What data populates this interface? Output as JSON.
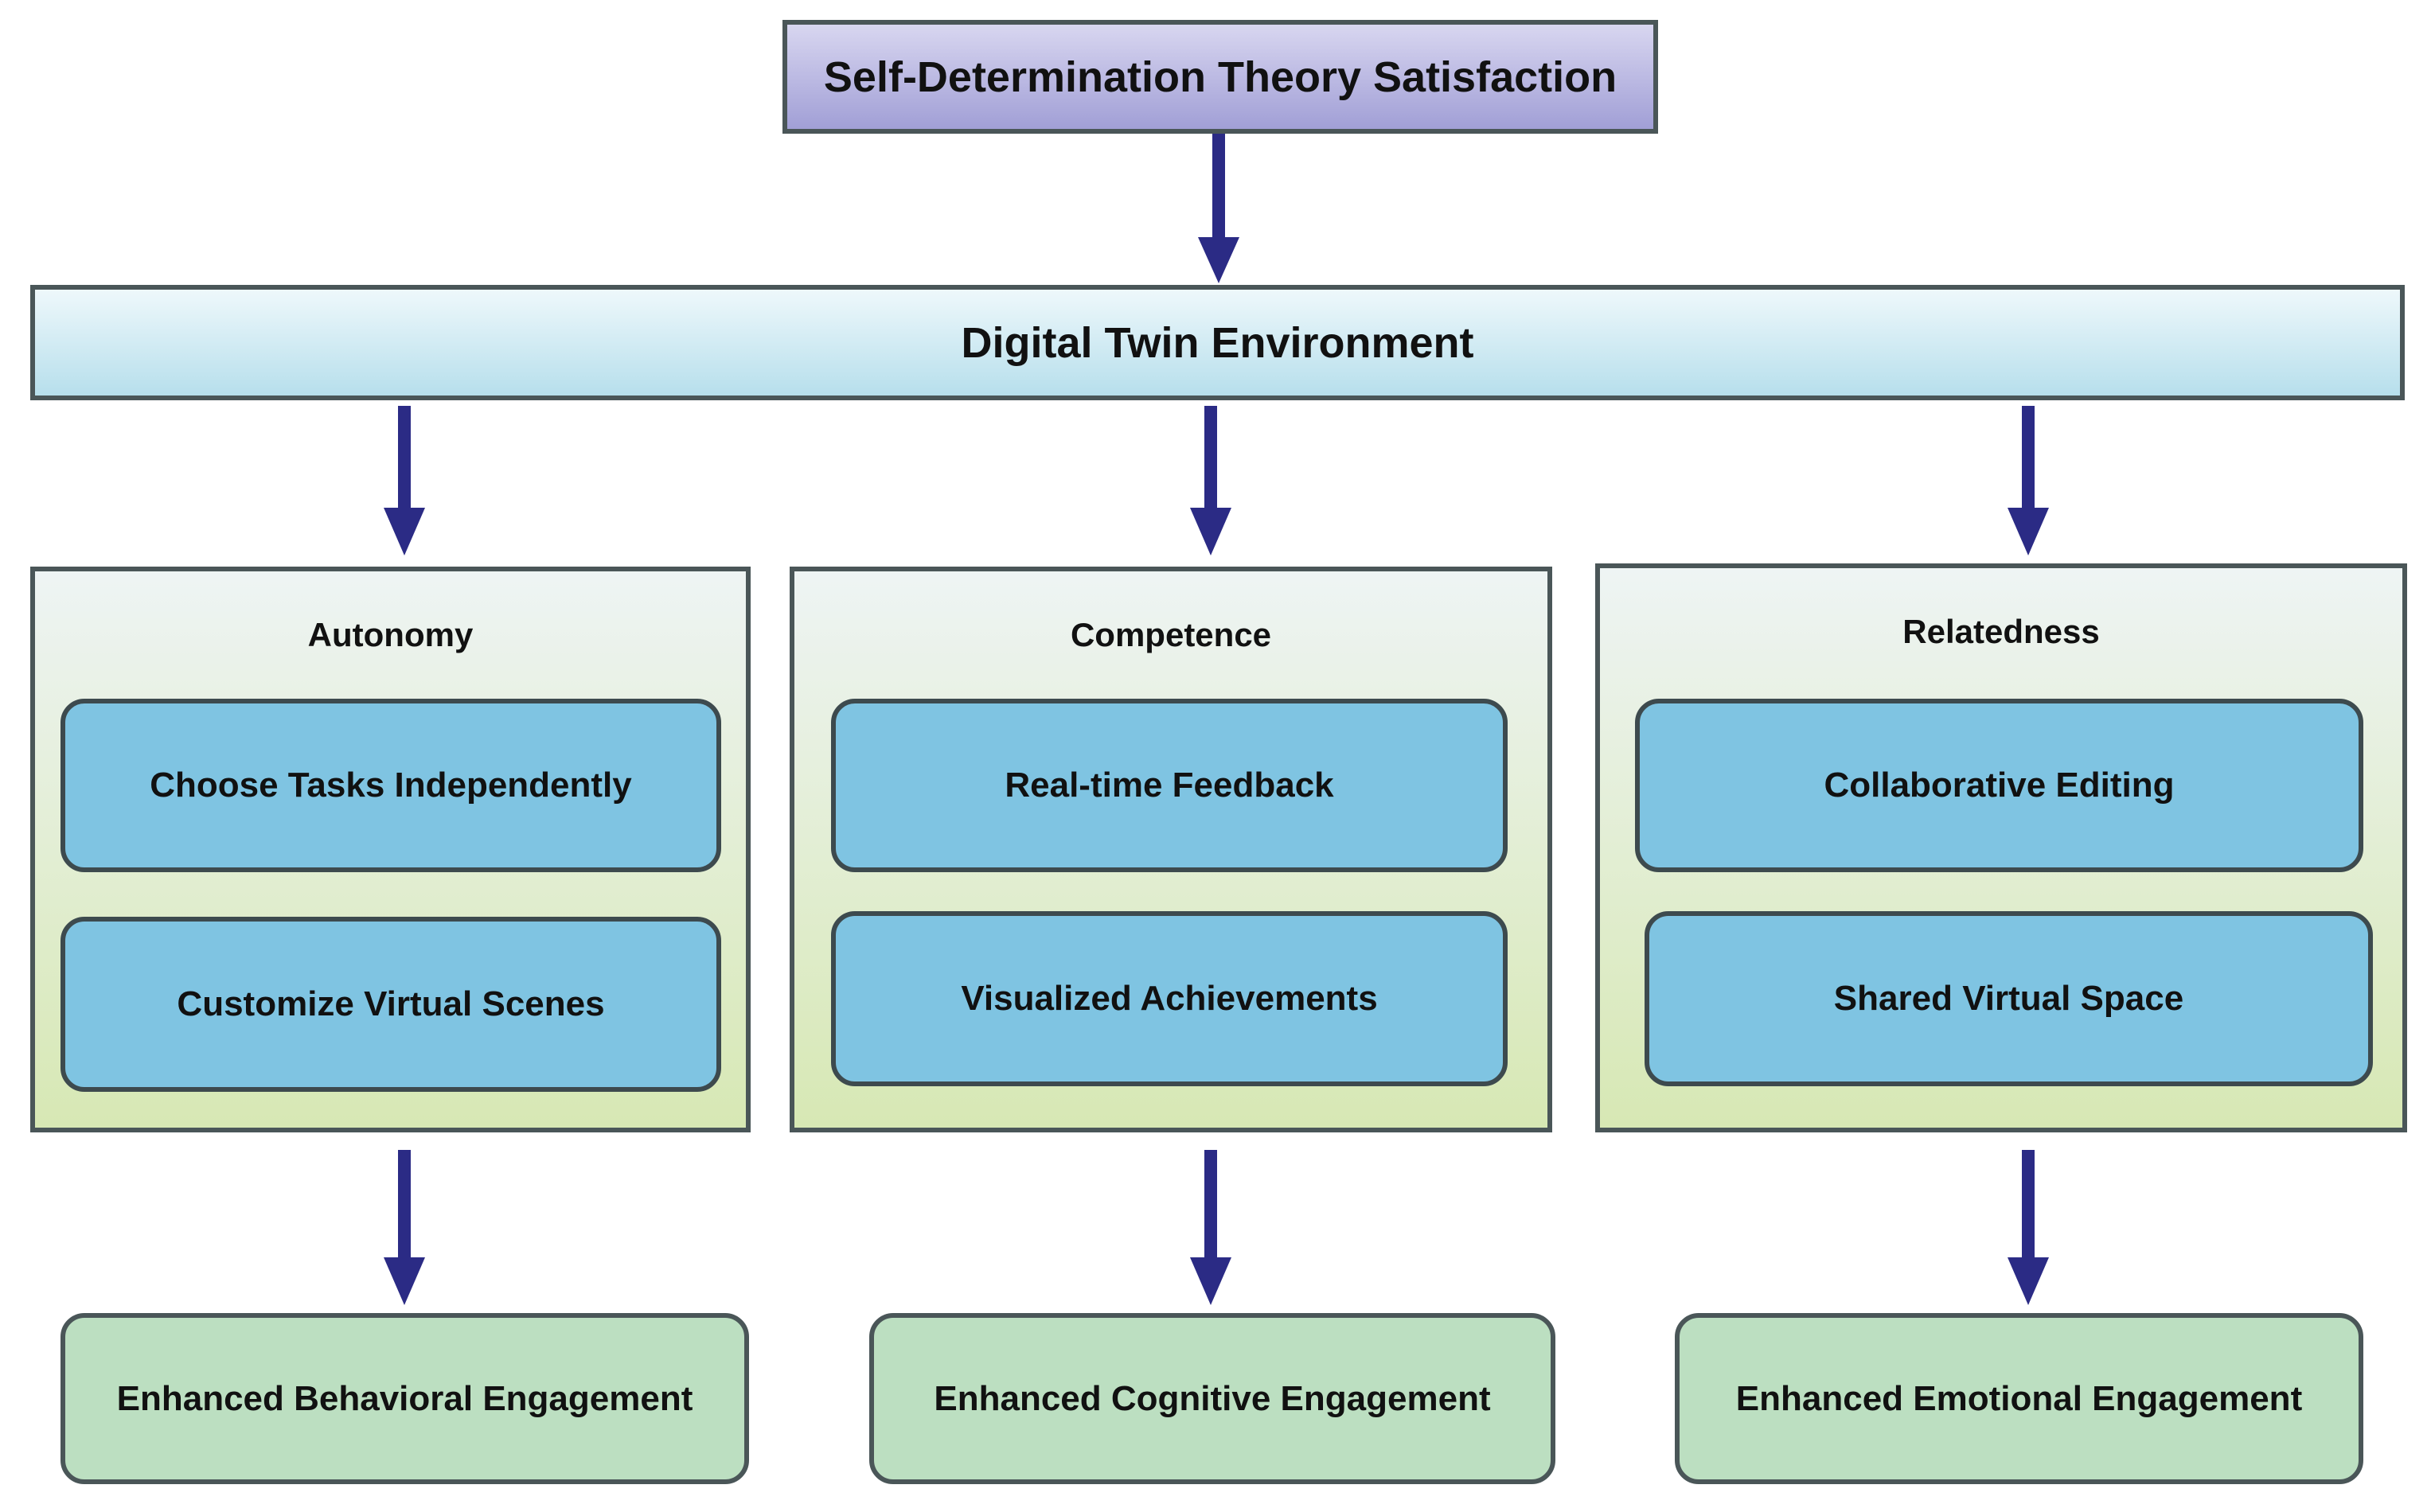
{
  "root": {
    "title": "Self-Determination Theory Satisfaction"
  },
  "environment": {
    "title": "Digital Twin Environment"
  },
  "needs": [
    {
      "title": "Autonomy",
      "items": [
        "Choose Tasks Independently",
        "Customize Virtual Scenes"
      ]
    },
    {
      "title": "Competence",
      "items": [
        "Real-time Feedback",
        "Visualized Achievements"
      ]
    },
    {
      "title": "Relatedness",
      "items": [
        "Collaborative Editing",
        "Shared Virtual Space"
      ]
    }
  ],
  "outcomes": [
    "Enhanced Behavioral Engagement",
    "Enhanced Cognitive Engagement",
    "Enhanced Emotional Engagement"
  ],
  "colors": {
    "arrow": "#2b2b85",
    "border": "#4a5658",
    "root_fill": "#a19fd6",
    "environment_fill": "#b7dfec",
    "panel_fill": "#d7e8b4",
    "item_fill": "#7fc4e2",
    "outcome_fill": "#bcdfc1"
  }
}
